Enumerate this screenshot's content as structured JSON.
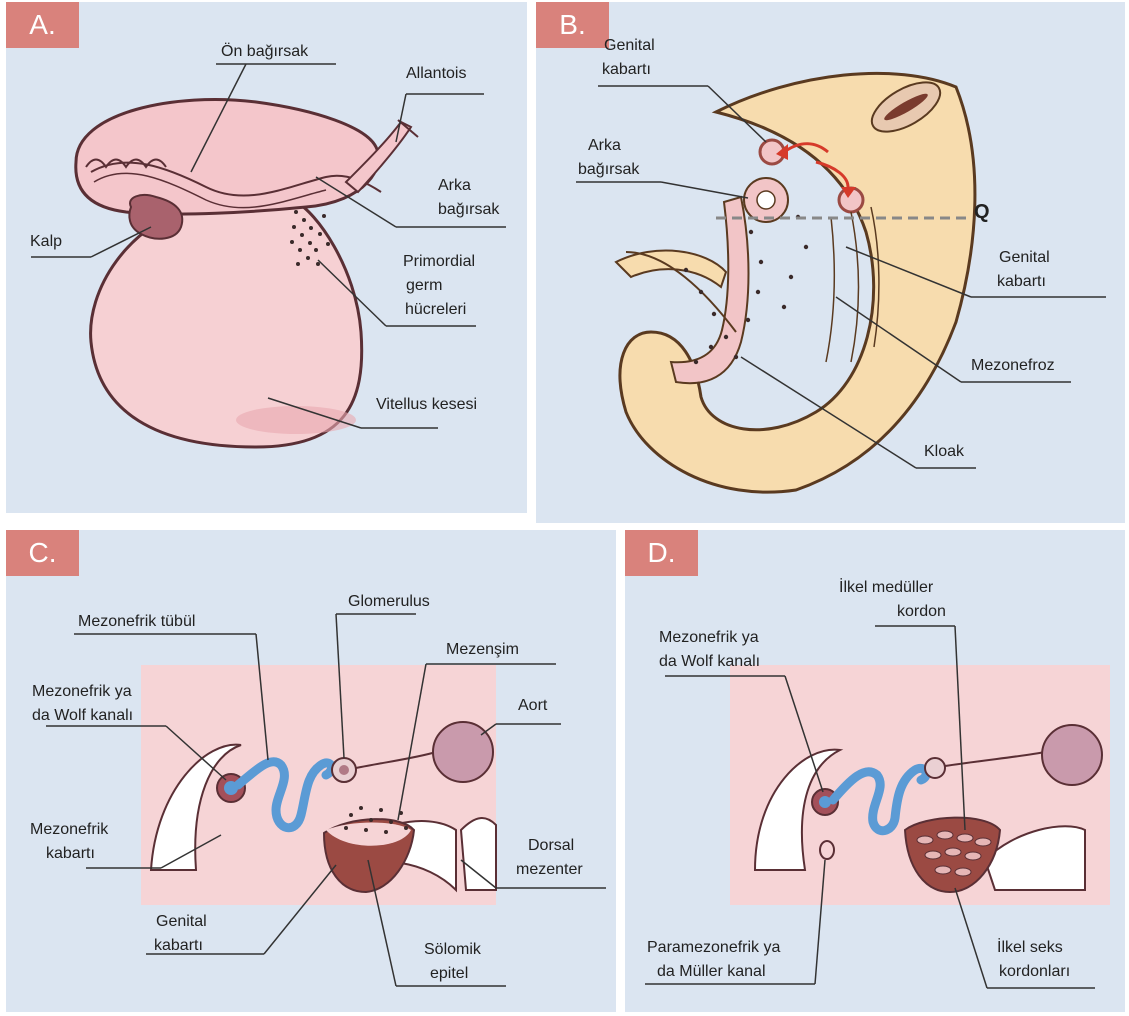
{
  "panels": {
    "a": {
      "badge": "A.",
      "labels": {
        "on_bagirsak": "Ön bağırsak",
        "allantois": "Allantois",
        "kalp": "Kalp",
        "arka_bagirsak_1": "Arka",
        "arka_bagirsak_2": "bağırsak",
        "primordial_1": "Primordial",
        "primordial_2": "germ",
        "primordial_3": "hücreleri",
        "vitellus": "Vitellus kesesi"
      }
    },
    "b": {
      "badge": "B.",
      "labels": {
        "genital_top_1": "Genital",
        "genital_top_2": "kabartı",
        "arka_1": "Arka",
        "arka_2": "bağırsak",
        "q": "Q",
        "genital_right_1": "Genital",
        "genital_right_2": "kabartı",
        "mezonefroz": "Mezonefroz",
        "kloak": "Kloak"
      }
    },
    "c": {
      "badge": "C.",
      "labels": {
        "mezonefrik_tubul": "Mezonefrik tübül",
        "glomerulus": "Glomerulus",
        "mezensim": "Mezenşim",
        "wolf_1": "Mezonefrik ya",
        "wolf_2": "da Wolf kanalı",
        "aort": "Aort",
        "mez_kabarti_1": "Mezonefrik",
        "mez_kabarti_2": "kabartı",
        "dorsal_1": "Dorsal",
        "dorsal_2": "mezenter",
        "genital_1": "Genital",
        "genital_2": "kabartı",
        "solomik_1": "Sölomik",
        "solomik_2": "epitel"
      }
    },
    "d": {
      "badge": "D.",
      "labels": {
        "medul_1": "İlkel medüller",
        "medul_2": "kordon",
        "wolf_1": "Mezonefrik ya",
        "wolf_2": "da Wolf kanalı",
        "muller_1": "Paramezonefrik ya",
        "muller_2": "da Müller kanal",
        "seks_1": "İlkel seks",
        "seks_2": "kordonları"
      }
    }
  },
  "colors": {
    "panel_bg": "#dbe5f1",
    "badge": "#d9827c",
    "yolk": "#f6d0d3",
    "embryo_tan": "#f7dcae",
    "tissue_pink": "#f2c5c7",
    "duct_blue": "#5b9bd5",
    "gonad": "#9b4a43",
    "aorta": "#c99aac"
  },
  "icons": [
    "red-arrow-icon",
    "eye-icon"
  ]
}
